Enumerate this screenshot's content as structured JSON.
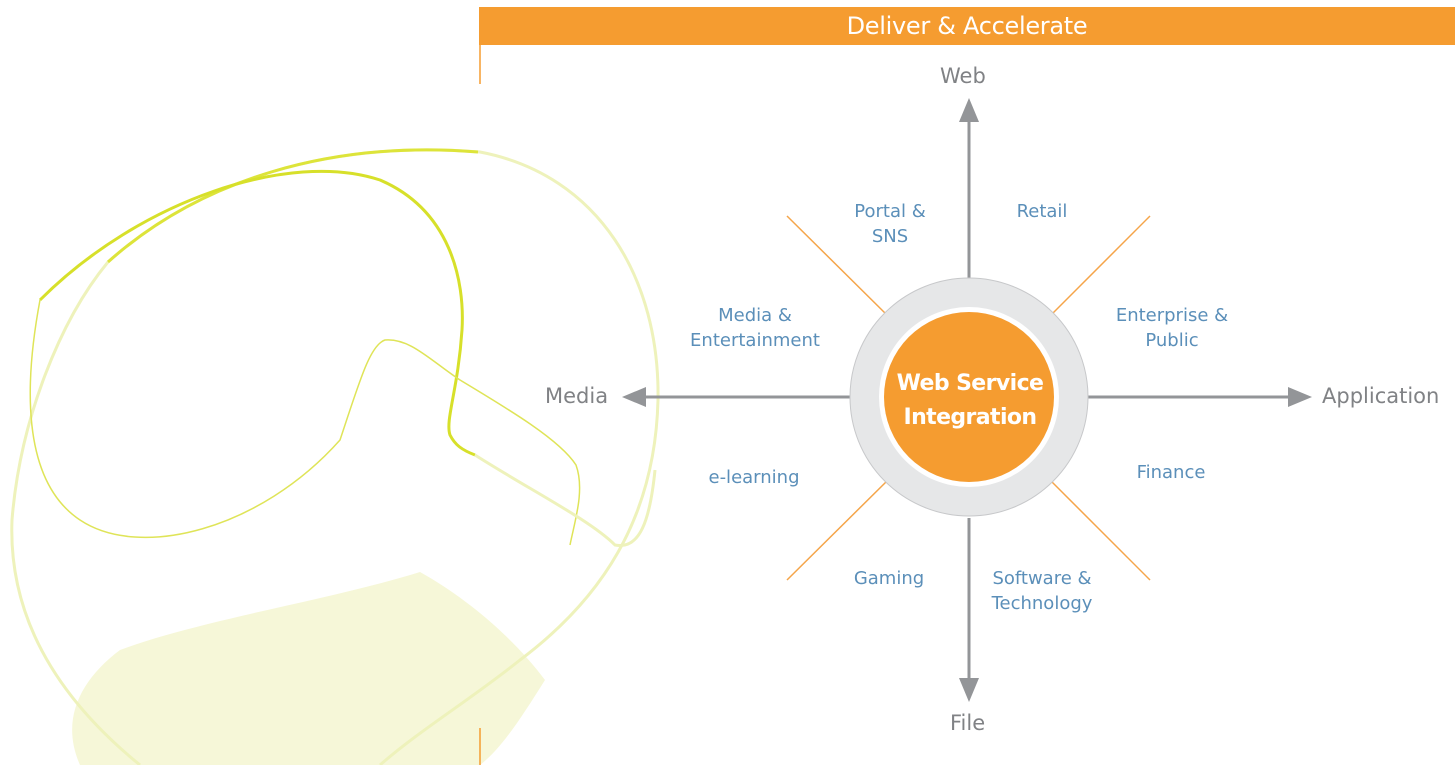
{
  "header": {
    "title": "Deliver & Accelerate"
  },
  "center": {
    "line1": "Web Service",
    "line2": "Integration"
  },
  "axes": {
    "top": "Web",
    "bottom": "File",
    "left": "Media",
    "right": "Application"
  },
  "industries": {
    "portal_sns": {
      "line1": "Portal &",
      "line2": "SNS"
    },
    "retail": "Retail",
    "media_entertainment": {
      "line1": "Media &",
      "line2": "Entertainment"
    },
    "enterprise_public": {
      "line1": "Enterprise &",
      "line2": "Public"
    },
    "e_learning": "e-learning",
    "finance": "Finance",
    "gaming": "Gaming",
    "software_technology": {
      "line1": "Software &",
      "line2": "Technology"
    }
  },
  "colors": {
    "accent_orange": "#f59c30",
    "ring_gray": "#e6e7e8",
    "arrow_gray": "#939598",
    "industry_blue": "#5b8fb9",
    "decor_yellow": "#d7e02a"
  }
}
